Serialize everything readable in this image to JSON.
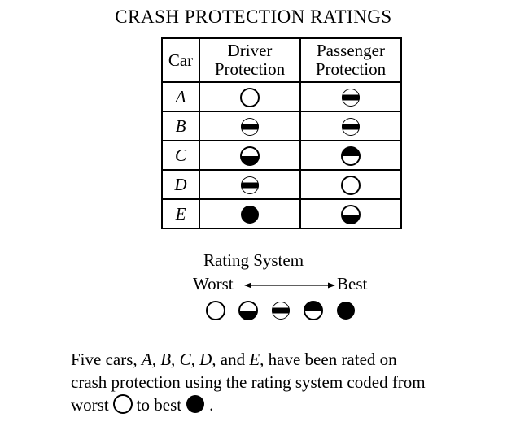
{
  "title": "CRASH PROTECTION RATINGS",
  "table": {
    "header": {
      "car": "Car",
      "driver_line1": "Driver",
      "driver_line2": "Protection",
      "passenger_line1": "Passenger",
      "passenger_line2": "Protection"
    },
    "rows": [
      {
        "car": "A",
        "driver": "worst",
        "passenger": "middle"
      },
      {
        "car": "B",
        "driver": "middle",
        "passenger": "middle"
      },
      {
        "car": "C",
        "driver": "second-worst",
        "passenger": "second-best"
      },
      {
        "car": "D",
        "driver": "middle",
        "passenger": "worst"
      },
      {
        "car": "E",
        "driver": "best",
        "passenger": "second-worst"
      }
    ]
  },
  "legend": {
    "title": "Rating System",
    "worst_label": "Worst",
    "best_label": "Best",
    "scale": [
      "worst",
      "second-worst",
      "middle",
      "second-best",
      "best"
    ]
  },
  "description": {
    "part1": "Five cars,",
    "car_a": "A,",
    "car_b": "B,",
    "car_c": "C,",
    "car_d": "D,",
    "and_word": "and",
    "car_e": "E,",
    "part2": "have been rated on",
    "line2": "crash protection using the rating system coded from",
    "worst_word": "worst",
    "to_best": "to best",
    "period": "."
  }
}
